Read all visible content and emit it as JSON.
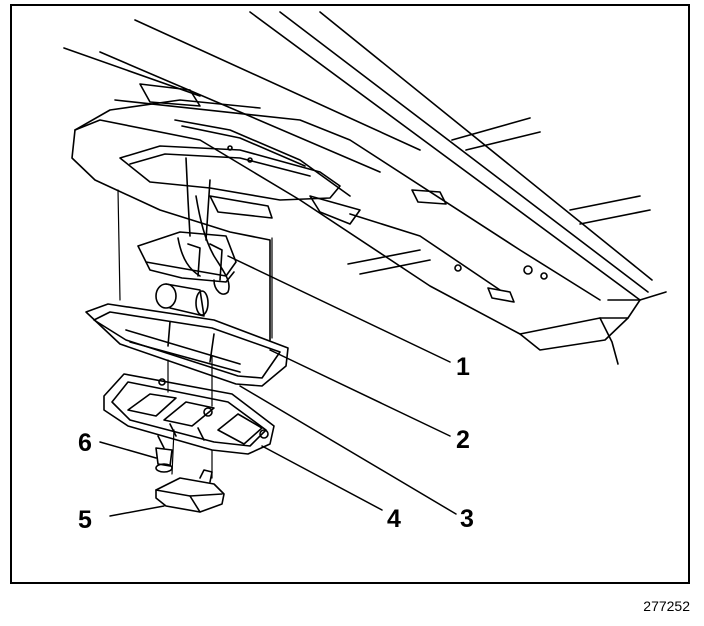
{
  "figure": {
    "id": "277252",
    "callouts": [
      {
        "key": "c1",
        "label": "1"
      },
      {
        "key": "c2",
        "label": "2"
      },
      {
        "key": "c3",
        "label": "3"
      },
      {
        "key": "c4",
        "label": "4"
      },
      {
        "key": "c5",
        "label": "5"
      },
      {
        "key": "c6",
        "label": "6"
      }
    ]
  },
  "colors": {
    "ink": "#000000",
    "paper": "#ffffff"
  }
}
